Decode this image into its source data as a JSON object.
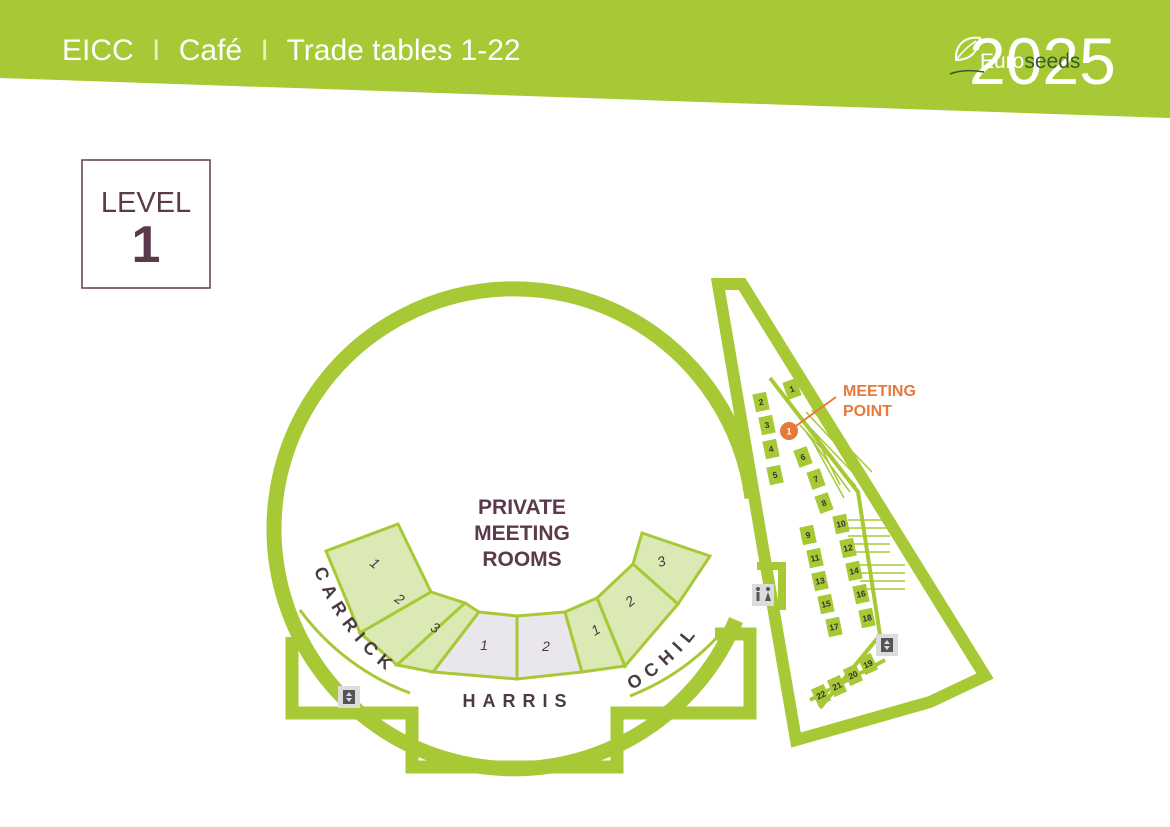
{
  "header": {
    "venue": "EICC",
    "area": "Café",
    "section": "Trade tables 1-22",
    "separator": "I",
    "colors": {
      "banner": "#a7c936",
      "brand_dark": "#5b3b4b"
    }
  },
  "logo": {
    "year": "2025",
    "prefix": "Euro",
    "suffix": "seeds",
    "icon": "leaf-icon"
  },
  "level": {
    "word": "LEVEL",
    "number": "1"
  },
  "map": {
    "private_rooms": [
      "PRIVATE",
      "MEETING",
      "ROOMS"
    ],
    "suites": [
      {
        "name": "CARRICK",
        "rooms": [
          "1",
          "2",
          "3"
        ]
      },
      {
        "name": "HARRIS",
        "rooms": [
          "1",
          "2"
        ]
      },
      {
        "name": "OCHIL",
        "rooms": [
          "1",
          "2",
          "3"
        ]
      }
    ],
    "meeting_point": {
      "lines": [
        "MEETING",
        "POINT"
      ],
      "marker": "1",
      "color": "#e57a3c"
    },
    "trade_tables": [
      "1",
      "2",
      "3",
      "4",
      "5",
      "6",
      "7",
      "8",
      "9",
      "10",
      "11",
      "12",
      "13",
      "14",
      "15",
      "16",
      "17",
      "18",
      "19",
      "20",
      "21",
      "22"
    ],
    "icons": [
      "restroom-icon",
      "elevator-icon"
    ],
    "colors": {
      "wall": "#a7c936",
      "room_fill": "#dbe9b4",
      "harris_fill": "#e9e6ec",
      "table_fill": "#a7c936"
    }
  }
}
